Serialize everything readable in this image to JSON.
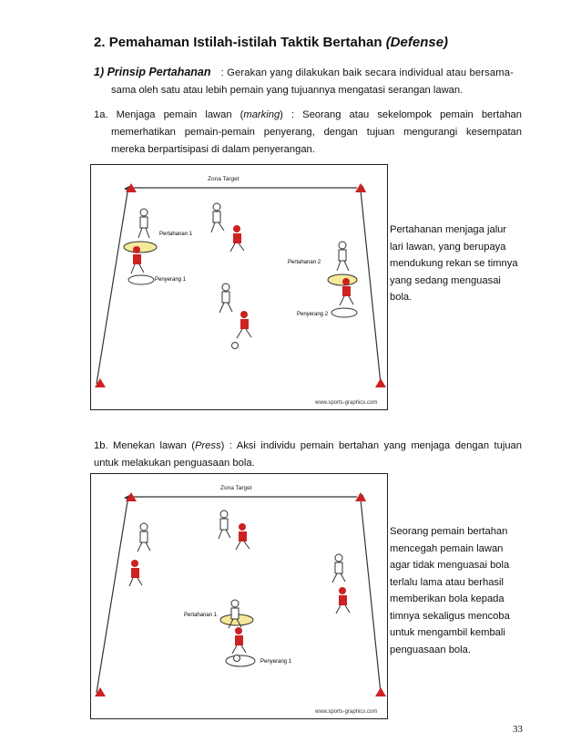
{
  "heading": {
    "number": "2.",
    "text": "Pemahaman Istilah-istilah Taktik Bertahan",
    "italic": "(Defense)"
  },
  "principle": {
    "label": "1) Prinsip Pertahanan",
    "line1": ": Gerakan yang dilakukan baik secara individual atau bersama-",
    "line2": "sama oleh satu atau lebih pemain yang tujuannya mengatasi serangan lawan."
  },
  "marking": {
    "prefix": "1a. Menjaga pemain lawan (",
    "term": "marking",
    "suffix": ") : Seorang atau sekelompok pemain bertahan",
    "line2": "memerhatikan pemain-pemain penyerang,  dengan tujuan mengurangi kesempatan",
    "line3": "mereka berpartisipasi di dalam penyerangan."
  },
  "diagram1": {
    "zone": "Zona Target",
    "def1": "Pertahanan 1",
    "att1": "Penyerang 1",
    "def2": "Pertahanan 2",
    "att2": "Penyerang 2",
    "credit": "www.sports-graphics.com",
    "note": [
      "Pertahanan menjaga jalur",
      "lari lawan, yang berupaya",
      "mendukung rekan se timnya",
      "yang sedang menguasai",
      "bola."
    ]
  },
  "press": {
    "prefix": "1b. Menekan lawan (",
    "term": "Press",
    "suffix": ") : Aksi individu pemain bertahan yang menjaga dengan tujuan",
    "line2": "untuk melakukan penguasaan bola."
  },
  "diagram2": {
    "zone": "Zona Target",
    "def1": "Pertahanan 1",
    "att1": "Penyerang 1",
    "credit": "www.sports-graphics.com",
    "note": [
      "Seorang pemain bertahan",
      "mencegah pemain lawan",
      "agar tidak menguasai bola",
      "terlalu lama atau berhasil",
      "memberikan bola kepada",
      "timnya sekaligus mencoba",
      "untuk mengambil kembali",
      "penguasaan bola."
    ]
  },
  "page_number": "33"
}
